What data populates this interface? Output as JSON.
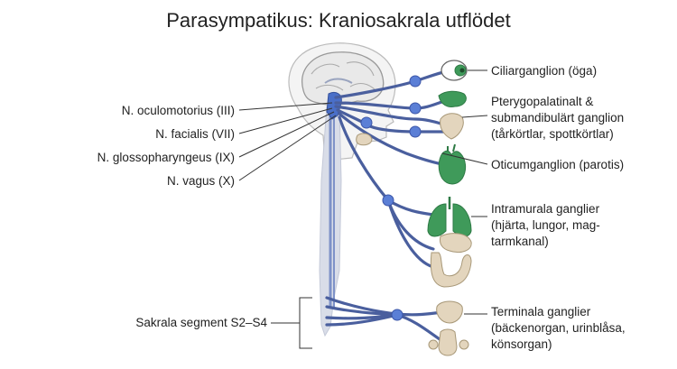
{
  "title": "Parasympatikus: Kraniosakrala utflödet",
  "nerves": {
    "oculomotorius": "N. oculomotorius (III)",
    "facialis": "N. facialis (VII)",
    "glossopharyngeus": "N. glossopharyngeus (IX)",
    "vagus": "N. vagus (X)",
    "sacral": "Sakrala segment S2–S4"
  },
  "targets": {
    "ciliary": "Ciliarganglion (öga)",
    "ptery_1": "Pterygopalatinalt &",
    "ptery_2": "submandibulärt ganglion",
    "ptery_3": "(tårkörtlar, spottkörtlar)",
    "otic": "Oticumganglion (parotis)",
    "intra_1": "Intramurala ganglier",
    "intra_2": "(hjärta, lungor, mag-",
    "intra_3": "tarmkanal)",
    "term_1": "Terminala ganglier",
    "term_2": "(bäckenorgan, urinblåsa,",
    "term_3": "könsorgan)"
  },
  "colors": {
    "nerve": "#4a5f9e",
    "ganglion": "#5b7fd6",
    "organ_green": "#3f9a5a",
    "organ_beige": "#e3d5bd",
    "spine": "#d9dde8"
  }
}
